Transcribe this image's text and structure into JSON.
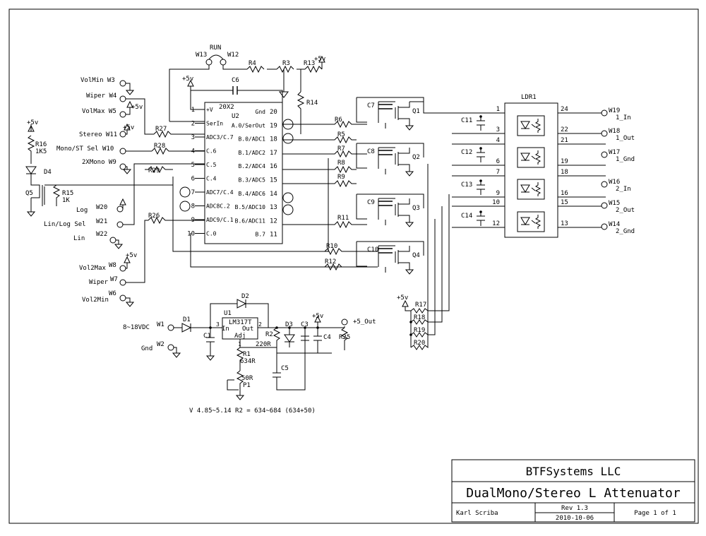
{
  "title_block": {
    "company": "BTFSystems LLC",
    "title": "DualMono/Stereo L Attenuator",
    "author": "Karl Scriba",
    "revision": "Rev 1.3",
    "date": "2010-10-06",
    "page": "Page 1 of 1"
  },
  "connectors_left": {
    "volmin": "VolMin W3",
    "wiper": "Wiper W4",
    "volmax": "VolMax W5",
    "stereo": "Stereo W11",
    "monost": "Mono/ST Sel W10",
    "twoxmono": "2XMono W9",
    "log": "Log",
    "w20": "W20",
    "linlog": "Lin/Log Sel",
    "w21": "W21",
    "lin": "Lin",
    "w22": "W22",
    "vol2max": "Vol2Max",
    "w8": "W8",
    "wiper2": "Wiper",
    "w7": "W7",
    "vol2min": "Vol2Min",
    "w6": "W6",
    "vin": "8~18VDC",
    "w1": "W1",
    "gnd": "Gnd",
    "w2": "W2"
  },
  "connectors_right": {
    "w19": "W19",
    "in1": "1_In",
    "w18": "W18",
    "out1": "1_Out",
    "w17": "W17",
    "gnd1": "1_Gnd",
    "w16": "W16",
    "in2": "2_In",
    "w15": "W15",
    "out2": "2_Out",
    "w14": "W14",
    "gnd2": "2_Gnd",
    "out5": "+5_Out"
  },
  "run": {
    "label": "RUN",
    "w13": "W13",
    "w12": "W12"
  },
  "supply": "+5v",
  "u2": {
    "part": "20X2",
    "ref": "U2",
    "pins_left": [
      {
        "num": "1",
        "name": "+V"
      },
      {
        "num": "2",
        "name": "SerIn"
      },
      {
        "num": "3",
        "name": "ADC3/C.7"
      },
      {
        "num": "4",
        "name": "C.6"
      },
      {
        "num": "5",
        "name": "C.5"
      },
      {
        "num": "6",
        "name": "C.4"
      },
      {
        "num": "7",
        "name": "ADC7/C.4"
      },
      {
        "num": "8",
        "name": "ADC8C.2"
      },
      {
        "num": "9",
        "name": "ADC9/C.1"
      },
      {
        "num": "10",
        "name": "C.0"
      }
    ],
    "pins_right": [
      {
        "num": "20",
        "name": "Gnd"
      },
      {
        "num": "19",
        "name": "A.0/SerOut"
      },
      {
        "num": "18",
        "name": "B.0/ADC1"
      },
      {
        "num": "17",
        "name": "B.1/ADC2"
      },
      {
        "num": "16",
        "name": "B.2/ADC4"
      },
      {
        "num": "15",
        "name": "B.3/ADC5"
      },
      {
        "num": "14",
        "name": "B.4/ADC6"
      },
      {
        "num": "13",
        "name": "B.5/ADC10"
      },
      {
        "num": "12",
        "name": "B.6/ADC11"
      },
      {
        "num": "11",
        "name": "B.7"
      }
    ]
  },
  "u1": {
    "ref": "U1",
    "part": "LM317T",
    "in": "In",
    "out": "Out",
    "adj": "Adj",
    "pin3": "3",
    "pin2": "2",
    "pin1": "1"
  },
  "ldr": {
    "ref": "LDR1",
    "pins_left": [
      "1",
      "3",
      "4",
      "6",
      "7",
      "9",
      "10",
      "12"
    ],
    "pins_right": [
      "24",
      "22",
      "21",
      "19",
      "18",
      "16",
      "15",
      "13"
    ]
  },
  "resistors": {
    "r1": "R1",
    "r1v": "634R",
    "r2": "R2",
    "r2v": "220R",
    "r3": "R3",
    "r4": "R4",
    "r5": "R5",
    "r6": "R6",
    "r7": "R7",
    "r8": "R8",
    "r9": "R9",
    "r10": "R10",
    "r11": "R11",
    "r12": "R12",
    "r13": "R13",
    "r14": "R14",
    "r15": "R15",
    "r15v": "1K",
    "r16": "R16",
    "r16v": "1K5",
    "r17": "R17",
    "r18": "R18",
    "r19": "R19",
    "r20": "R20",
    "r25": "R25",
    "r26": "R26",
    "r27": "R27",
    "r28": "R28",
    "r29": "R29",
    "p1": "P1",
    "p1v": "50R"
  },
  "capacitors": {
    "c1": "C1",
    "c3": "C3",
    "c4": "C4",
    "c5": "C5",
    "c6": "C6",
    "c7": "C7",
    "c8": "C8",
    "c9": "C9",
    "c10": "C10",
    "c11": "C11",
    "c12": "C12",
    "c13": "C13",
    "c14": "C14"
  },
  "semis": {
    "d1": "D1",
    "d2": "D2",
    "d3": "D3",
    "d4": "D4",
    "q1": "Q1",
    "q2": "Q2",
    "q3": "Q3",
    "q4": "Q4",
    "q5": "Q5"
  },
  "note": "V 4.85~5.14  R2 = 634~684 (634+50)"
}
